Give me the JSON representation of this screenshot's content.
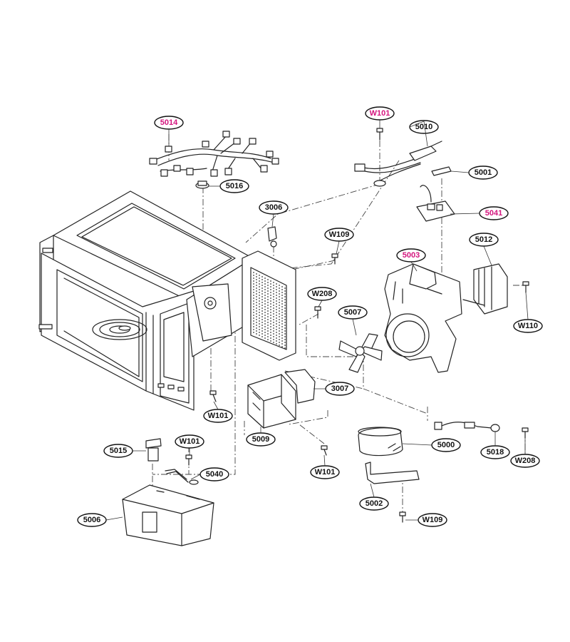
{
  "colors": {
    "normal": "#111111",
    "highlight": "#d4157e"
  },
  "callouts": [
    {
      "id": "c-5014",
      "text": "5014",
      "highlight": true
    },
    {
      "id": "c-5016",
      "text": "5016",
      "highlight": false
    },
    {
      "id": "c-w101-top",
      "text": "W101",
      "highlight": true
    },
    {
      "id": "c-5010",
      "text": "5010",
      "highlight": false
    },
    {
      "id": "c-5001",
      "text": "5001",
      "highlight": false
    },
    {
      "id": "c-5041",
      "text": "5041",
      "highlight": true
    },
    {
      "id": "c-3006",
      "text": "3006",
      "highlight": false
    },
    {
      "id": "c-w109-top",
      "text": "W109",
      "highlight": false
    },
    {
      "id": "c-5003",
      "text": "5003",
      "highlight": true
    },
    {
      "id": "c-5012",
      "text": "5012",
      "highlight": false
    },
    {
      "id": "c-w208-mid",
      "text": "W208",
      "highlight": false
    },
    {
      "id": "c-5007",
      "text": "5007",
      "highlight": false
    },
    {
      "id": "c-w110",
      "text": "W110",
      "highlight": false
    },
    {
      "id": "c-3007",
      "text": "3007",
      "highlight": false
    },
    {
      "id": "c-w101-left",
      "text": "W101",
      "highlight": false
    },
    {
      "id": "c-5009",
      "text": "5009",
      "highlight": false
    },
    {
      "id": "c-5015",
      "text": "5015",
      "highlight": false
    },
    {
      "id": "c-w101-small",
      "text": "W101",
      "highlight": false
    },
    {
      "id": "c-5040",
      "text": "5040",
      "highlight": false
    },
    {
      "id": "c-w101-mid",
      "text": "W101",
      "highlight": false
    },
    {
      "id": "c-5000",
      "text": "5000",
      "highlight": false
    },
    {
      "id": "c-5018",
      "text": "5018",
      "highlight": false
    },
    {
      "id": "c-w208-right",
      "text": "W208",
      "highlight": false
    },
    {
      "id": "c-5006",
      "text": "5006",
      "highlight": false
    },
    {
      "id": "c-5002",
      "text": "5002",
      "highlight": false
    },
    {
      "id": "c-w109-bottom",
      "text": "W109",
      "highlight": false
    }
  ]
}
